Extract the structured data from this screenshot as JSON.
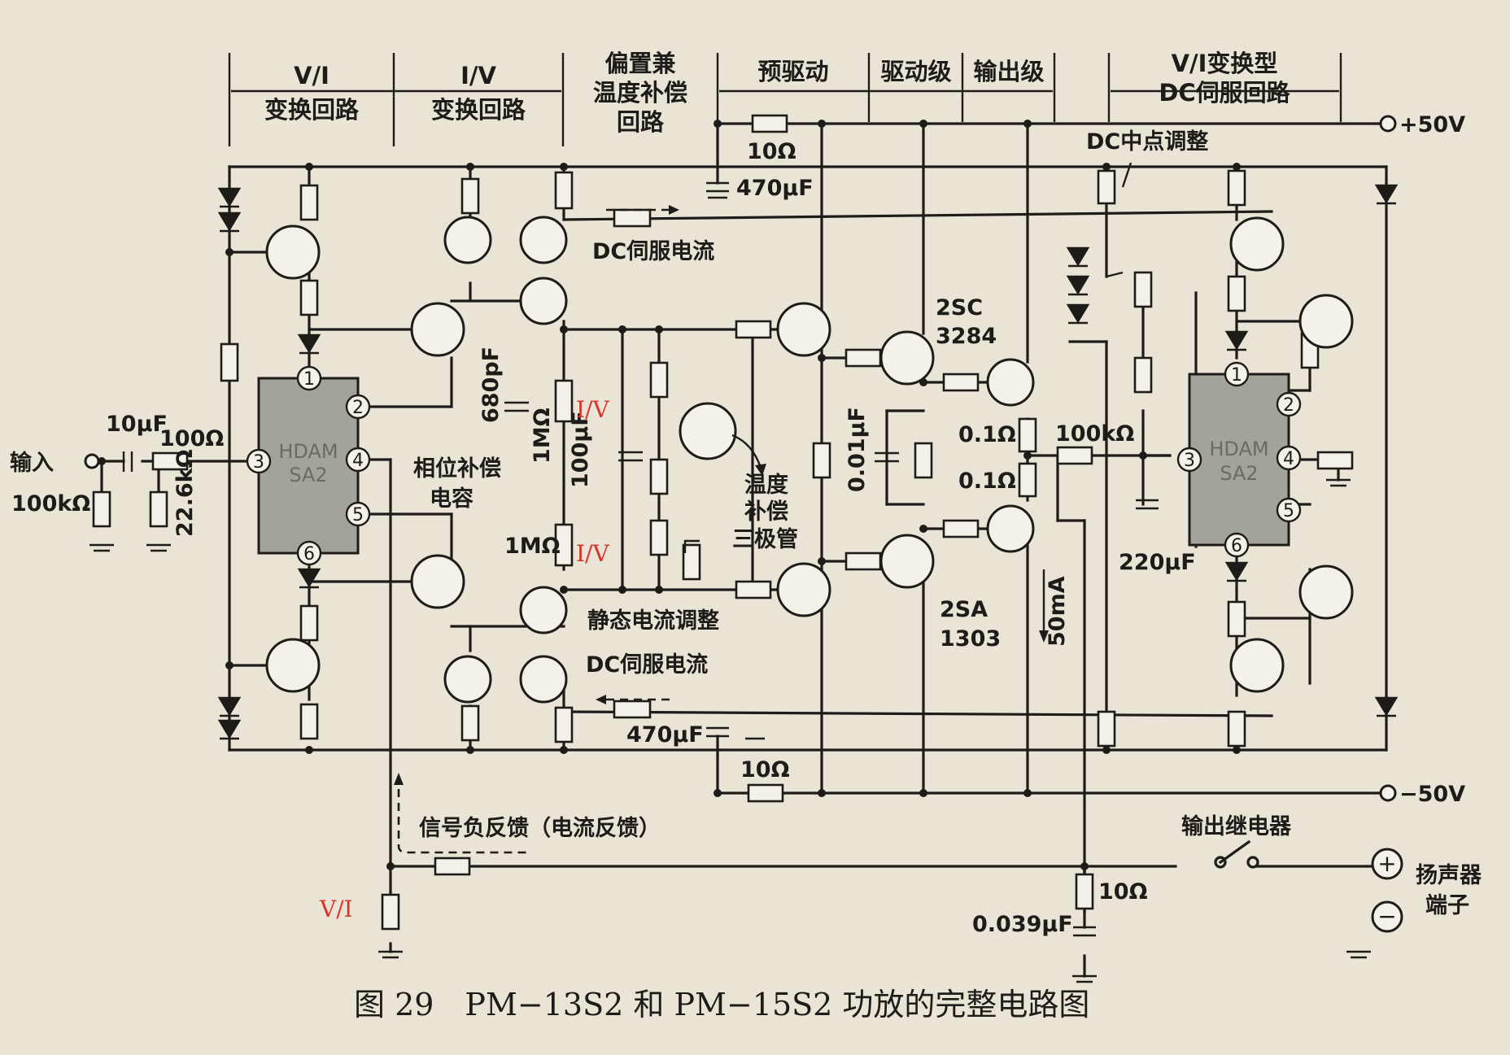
{
  "sections": {
    "vi_line1": "V/I",
    "vi_line2": "变换回路",
    "iv_line1": "I/V",
    "iv_line2": "变换回路",
    "bias_line1": "偏置兼",
    "bias_line2": "温度补偿",
    "bias_line3": "回路",
    "predrive": "预驱动",
    "drive": "驱动级",
    "output": "输出级",
    "servo_line1": "V/I变换型",
    "servo_line2": "DC伺服回路"
  },
  "rails": {
    "pos": "+50V",
    "neg": "−50V"
  },
  "labels": {
    "r10_top": "10Ω",
    "c470_top": "470μF",
    "dc_servo_top": "DC伺服电流",
    "dc_midpoint": "DC中点调整",
    "input": "输入",
    "c10u": "10μF",
    "r100": "100Ω",
    "r100k_in": "100kΩ",
    "r22_6k": "22.6kΩ",
    "c680p": "680pF",
    "phase_line1": "相位补偿",
    "phase_line2": "电容",
    "r1m_top": "1MΩ",
    "c100u": "100μF",
    "r1m_bot": "1MΩ",
    "temp_line1": "温度",
    "temp_line2": "补偿",
    "temp_line3": "三极管",
    "quiescent": "静态电流调整",
    "c001": "0.01μF",
    "q2sc_line1": "2SC",
    "q2sc_line2": "3284",
    "q2sa_line1": "2SA",
    "q2sa_line2": "1303",
    "r01_a": "0.1Ω",
    "r01_b": "0.1Ω",
    "r100k_fb": "100kΩ",
    "c220u": "220μF",
    "i50ma": "50mA",
    "dc_servo_bot": "DC伺服电流",
    "c470_bot": "470μF",
    "r10_bot": "10Ω",
    "feedback": "信号负反馈（电流反馈）",
    "relay": "输出继电器",
    "speaker_line1": "扬声器",
    "speaker_line2": "端子",
    "r10_out": "10Ω",
    "c039": "0.039μF",
    "plus": "+",
    "minus": "−"
  },
  "ic": {
    "name_line1": "HDAM",
    "name_line2": "SA2",
    "pins": [
      "1",
      "2",
      "3",
      "4",
      "5",
      "6"
    ]
  },
  "annotations": {
    "iv_a": "I/V",
    "iv_b": "I/V",
    "vi": "V/I"
  },
  "caption": "图 29　PM−13S2 和 PM−15S2 功放的完整电路图"
}
